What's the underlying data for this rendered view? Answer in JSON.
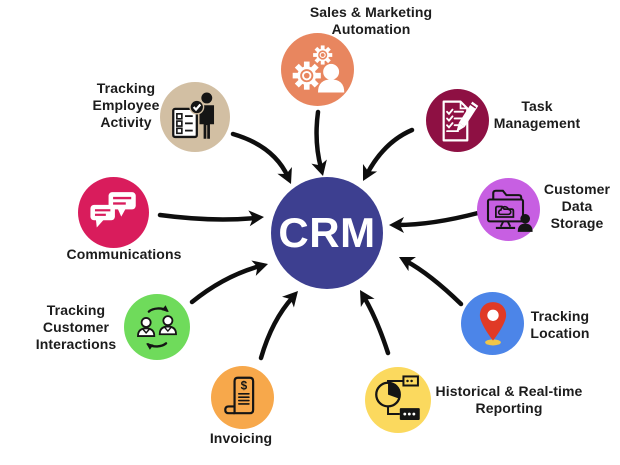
{
  "diagram": {
    "title": "CRM features diagram",
    "center": {
      "label": "CRM",
      "color": "#3d3f90",
      "text_color": "#ffffff"
    },
    "colors": {
      "background": "#ffffff",
      "arrow": "#0e0e0e",
      "label_text": "#1c1c1c"
    },
    "nodes": [
      {
        "id": "sales-marketing-automation",
        "label_lines": [
          "Sales & Marketing",
          "Automation"
        ],
        "color": "#e8865f",
        "icon": "gears-user-icon"
      },
      {
        "id": "task-management",
        "label_lines": [
          "Task",
          "Management"
        ],
        "color": "#8e1043",
        "icon": "checklist-pencil-icon"
      },
      {
        "id": "customer-data-storage",
        "label_lines": [
          "Customer",
          "Data",
          "Storage"
        ],
        "color": "#c75fe2",
        "icon": "computer-cloud-folder-icon"
      },
      {
        "id": "tracking-location",
        "label_lines": [
          "Tracking",
          "Location"
        ],
        "color": "#4c85e8",
        "icon": "map-pin-icon",
        "pin_color": "#e03a26",
        "pin_shadow_color": "#f0c64a"
      },
      {
        "id": "historical-realtime-reporting",
        "label_lines": [
          "Historical & Real-time",
          "Reporting"
        ],
        "color": "#fbd95e",
        "icon": "pie-chart-report-icon"
      },
      {
        "id": "invoicing",
        "label_lines": [
          "Invoicing"
        ],
        "color": "#f7a84b",
        "icon": "invoice-receipt-icon",
        "dollar_sign": "$"
      },
      {
        "id": "tracking-customer-interactions",
        "label_lines": [
          "Tracking",
          "Customer",
          "Interactions"
        ],
        "color": "#6fdb5b",
        "icon": "people-exchange-icon"
      },
      {
        "id": "communications",
        "label_lines": [
          "Communications"
        ],
        "color": "#d91c5c",
        "icon": "chat-bubbles-icon"
      },
      {
        "id": "tracking-employee-activity",
        "label_lines": [
          "Tracking",
          "Employee",
          "Activity"
        ],
        "color": "#d2bfa3",
        "icon": "person-checklist-icon"
      }
    ],
    "edges": [
      {
        "from": "sales-marketing-automation",
        "to": "crm"
      },
      {
        "from": "task-management",
        "to": "crm"
      },
      {
        "from": "customer-data-storage",
        "to": "crm"
      },
      {
        "from": "tracking-location",
        "to": "crm"
      },
      {
        "from": "historical-realtime-reporting",
        "to": "crm"
      },
      {
        "from": "invoicing",
        "to": "crm"
      },
      {
        "from": "tracking-customer-interactions",
        "to": "crm"
      },
      {
        "from": "communications",
        "to": "crm"
      },
      {
        "from": "tracking-employee-activity",
        "to": "crm"
      }
    ]
  }
}
